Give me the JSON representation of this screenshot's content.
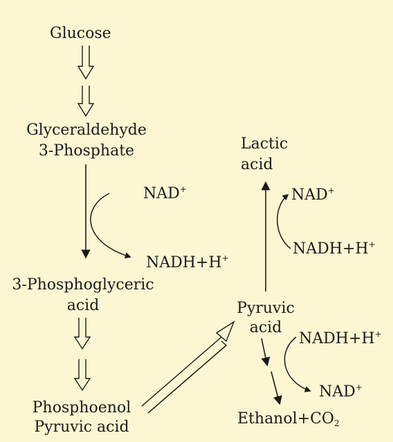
{
  "labels": {
    "glucose": "Glucose",
    "g3p_line1": "Glyceraldehyde",
    "g3p_line2": "3-Phosphate",
    "nad_left": "NAD",
    "nadh_left": "NADH+H",
    "pga_line1": "3-Phosphoglyceric",
    "pga_line2": "acid",
    "pep_line1": "Phosphoenol",
    "pep_line2": "Pyruvic acid",
    "pyruvic_line1": "Pyruvic",
    "pyruvic_line2": "acid",
    "lactic_line1": "Lactic",
    "lactic_line2": "acid",
    "nad_upper_right": "NAD",
    "nadh_upper_right": "NADH+H",
    "nadh_lower_right": "NADH+H",
    "nad_lower_right": "NAD",
    "ethanol": "Ethanol+CO",
    "superscript_plus": "+",
    "subscript_two": "2"
  },
  "colors": {
    "background": "#fdf6d3",
    "ink": "#1a1a1a"
  }
}
